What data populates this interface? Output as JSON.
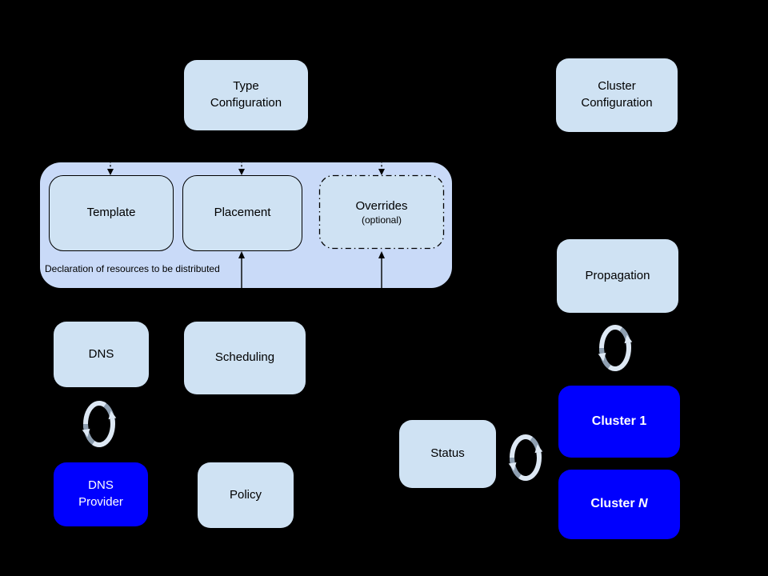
{
  "diagram": {
    "background": "#000000",
    "colors": {
      "node_light": "#cfe2f3",
      "group_container": "#c9daf8",
      "cluster_blue": "#0000fe",
      "text_dark": "#000000",
      "text_light": "#ffffff",
      "sync_light": "#dde8f4",
      "sync_gray": "#8e9fb1",
      "arrow": "#000000"
    },
    "icons": {
      "sync_cycle": "sync-cycle-icon"
    },
    "nodes": {
      "type_configuration": {
        "label": "Type\nConfiguration"
      },
      "cluster_configuration": {
        "label": "Cluster\nConfiguration"
      },
      "template": {
        "label": "Template"
      },
      "placement": {
        "label": "Placement"
      },
      "overrides": {
        "label": "Overrides",
        "note": "(optional)"
      },
      "declaration_caption": "Declaration of resources to be distributed",
      "dns": {
        "label": "DNS"
      },
      "scheduling": {
        "label": "Scheduling"
      },
      "propagation": {
        "label": "Propagation"
      },
      "dns_provider": {
        "label": "DNS\nProvider"
      },
      "policy": {
        "label": "Policy"
      },
      "status": {
        "label": "Status"
      },
      "cluster_1": {
        "label": "Cluster 1"
      },
      "cluster_n": {
        "prefix": "Cluster ",
        "suffix": "N"
      }
    }
  }
}
